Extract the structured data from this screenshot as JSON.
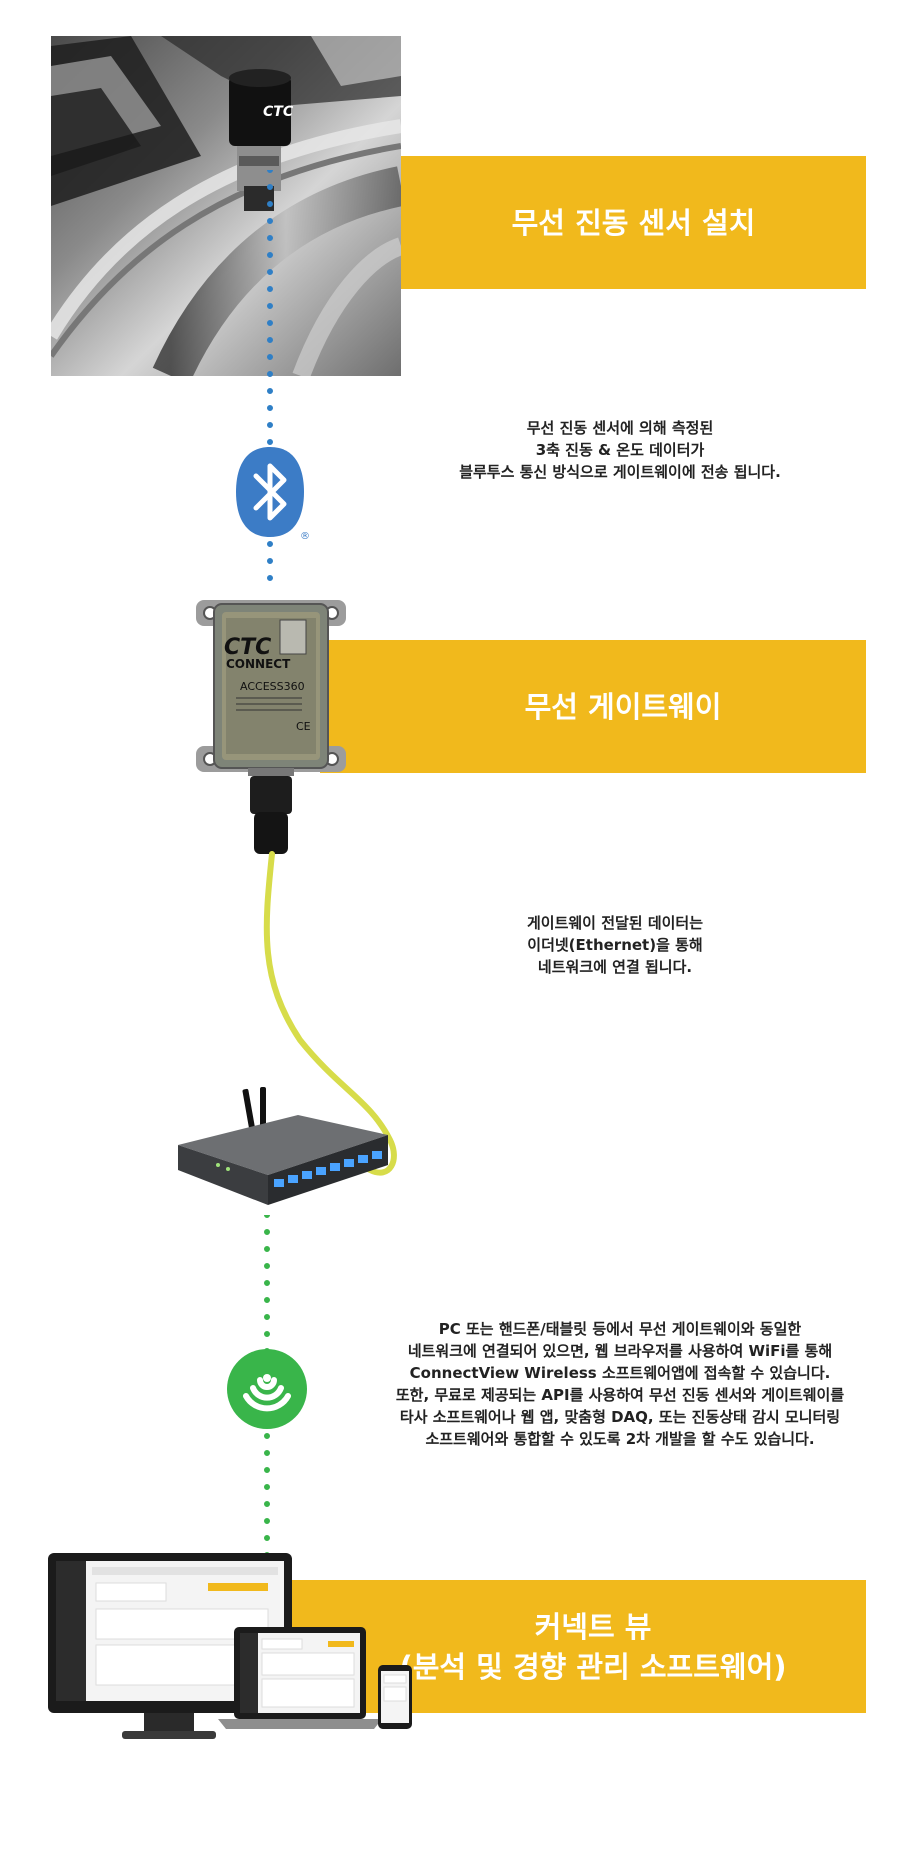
{
  "steps": [
    {
      "title": "무선 진동 센서 설치",
      "lines": []
    },
    {
      "title": "무선 게이트웨이",
      "lines": []
    },
    {
      "title": "커넥트 뷰",
      "subtitle": "(분석 및 경향 관리 소프트웨어)"
    }
  ],
  "descriptions": {
    "sensor_to_gateway": [
      "무선 진동 센서에 의해 측정된",
      "3축 진동 & 온도 데이터가",
      "블루투스 통신 방식으로 게이트웨이에 전송 됩니다."
    ],
    "gateway_to_network": [
      "게이트웨이 전달된 데이터는",
      "이더넷(Ethernet)을 통해",
      "네트워크에 연결 됩니다."
    ],
    "network_to_software": [
      "PC 또는 핸드폰/태블릿 등에서 무선 게이트웨이와 동일한",
      "네트워크에 연결되어 있으면, 웹 브라우저를 사용하여 WiFi를 통해",
      "ConnectView Wireless 소프트웨어앱에 접속할 수 있습니다.",
      "또한, 무료로 제공되는 API를 사용하여 무선 진동 센서와 게이트웨이를",
      "타사 소프트웨어나 웹 앱, 맞춤형 DAQ, 또는 진동상태 감시 모니터링",
      "소프트웨어와 통합할 수 있도록 2차 개발을 할 수도 있습니다."
    ]
  },
  "gateway_label": {
    "logo_top": "CTC",
    "logo_bottom": "CONNECT",
    "model": "ACCESS360",
    "ce": "CE"
  },
  "sensor_logo": "CTC",
  "registered_mark": "®",
  "colors": {
    "banner": "#f1b91c",
    "bluetooth": "#3c7cc6",
    "wifi": "#39b54a",
    "dotted_blue": "#2f7fc6",
    "dotted_green": "#39b54a",
    "cable": "#d7dc4a"
  },
  "icons": [
    "bluetooth-icon",
    "wifi-icon"
  ]
}
